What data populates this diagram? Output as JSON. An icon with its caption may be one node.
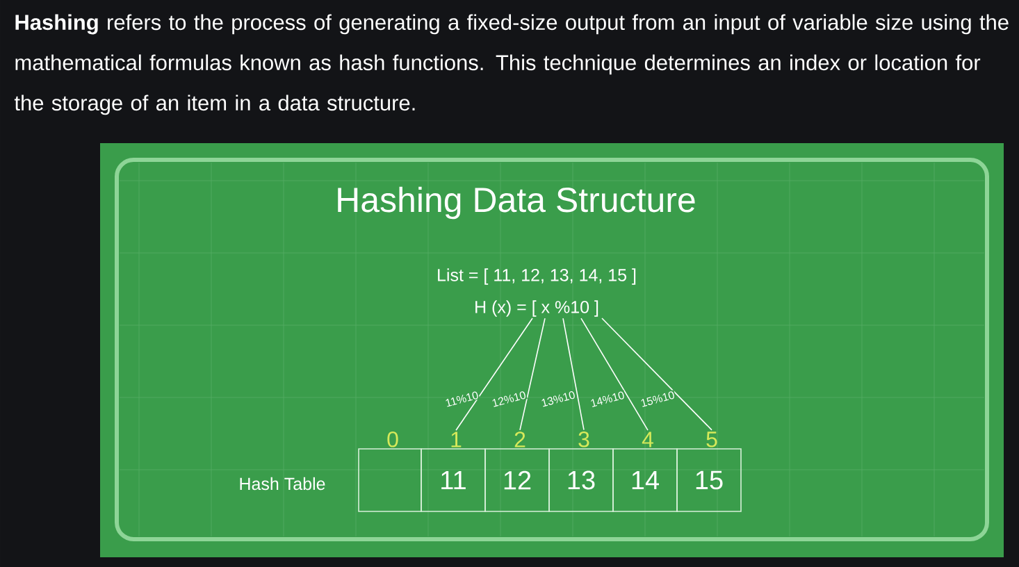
{
  "diagram": {
    "title": "Hashing Data Structure",
    "nodes": [
      {
        "text": [
          "H (x) = [ x %10 ]"
        ]
      },
      {
        "text": [],
        "shape": "box",
        "beside": [
          "0"
        ]
      },
      {
        "text": [
          "11"
        ],
        "beside": [
          "1"
        ]
      },
      {
        "text": [
          "12"
        ],
        "beside": [
          "2"
        ]
      },
      {
        "text": [
          "13"
        ],
        "beside": [
          "3"
        ]
      },
      {
        "text": [
          "14"
        ],
        "beside": [
          "4"
        ]
      },
      {
        "text": [
          "15"
        ],
        "beside": [
          "5"
        ]
      }
    ],
    "edges": [
      {
        "from": 0,
        "to": 2,
        "arrow": "none",
        "label": "11%10"
      },
      {
        "from": 0,
        "to": 3,
        "arrow": "none",
        "label": "12%10"
      },
      {
        "from": 0,
        "to": 4,
        "arrow": "none",
        "label": "13%10"
      },
      {
        "from": 0,
        "to": 5,
        "arrow": "none",
        "label": "14%10"
      },
      {
        "from": 0,
        "to": 6,
        "arrow": "none",
        "label": "15%10"
      }
    ],
    "labels": [
      "**Hashing** refers to the process of generating a fixed-size output from an input of variable size using the mathematical formulas known as hash functions. This technique determines an index or location for the storage of an item in a data structure.",
      "List = [ 11, 12, 13, 14, 15 ]",
      "Hash Table"
    ]
  }
}
